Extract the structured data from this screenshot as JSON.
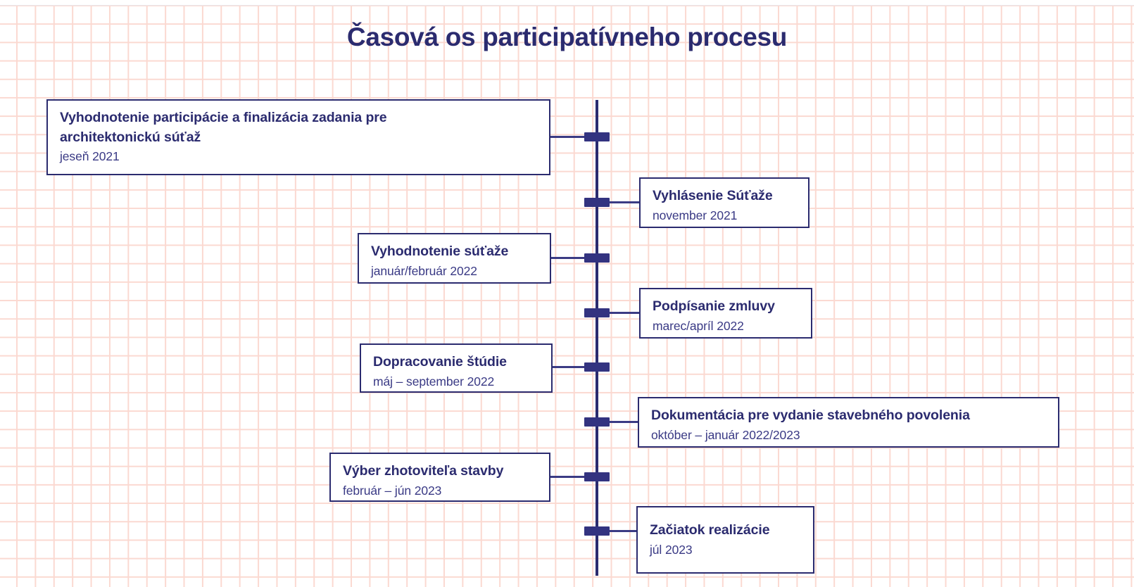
{
  "page": {
    "title": "Časová os participatívneho procesu",
    "accent_color": "#2b2b6f",
    "grid_color": "#fbd9d1",
    "background_color": "#ffffff"
  },
  "timeline": {
    "axis_name": "vertical-timeline-axis",
    "events": [
      {
        "id": 1,
        "side": "left",
        "title": "Vyhodnotenie participácie a finalizácia zadania pre\narchitektonickú súťaž",
        "date": "jeseň 2021"
      },
      {
        "id": 2,
        "side": "right",
        "title": "Vyhlásenie Súťaže",
        "date": "november 2021"
      },
      {
        "id": 3,
        "side": "left",
        "title": "Vyhodnotenie súťaže",
        "date": "január/február 2022"
      },
      {
        "id": 4,
        "side": "right",
        "title": "Podpísanie zmluvy",
        "date": "marec/apríl 2022"
      },
      {
        "id": 5,
        "side": "left",
        "title": "Dopracovanie štúdie",
        "date": "máj – september 2022"
      },
      {
        "id": 6,
        "side": "right",
        "title": "Dokumentácia pre vydanie stavebného povolenia",
        "date": "október – január 2022/2023"
      },
      {
        "id": 7,
        "side": "left",
        "title": "Výber zhotoviteľa stavby",
        "date": "február – jún 2023"
      },
      {
        "id": 8,
        "side": "right",
        "title": "Začiatok realizácie",
        "date": "júl 2023"
      }
    ]
  }
}
